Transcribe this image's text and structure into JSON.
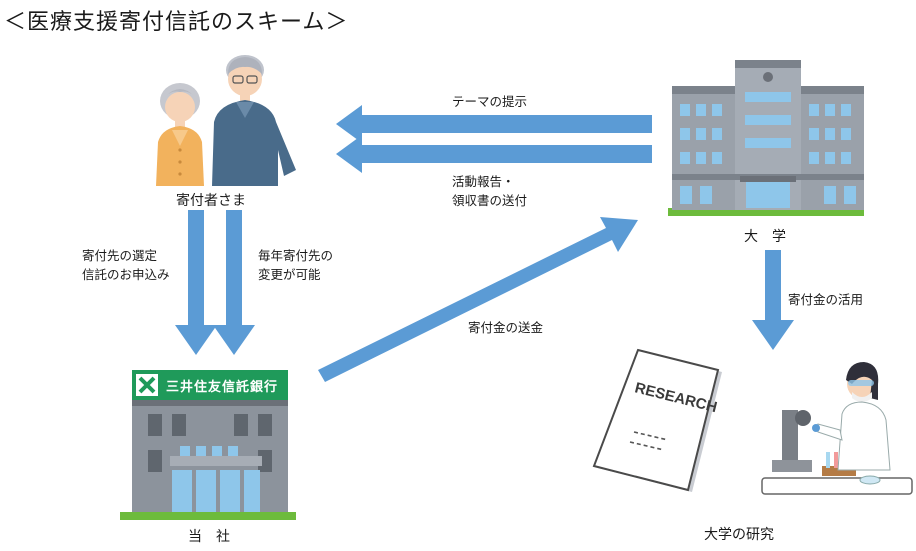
{
  "title": "＜医療支援寄付信託のスキーム＞",
  "nodes": {
    "donors": "寄付者さま",
    "company": "当　社",
    "university": "大　学",
    "research": "大学の研究"
  },
  "bank_sign": "三井住友信託銀行",
  "research_doc": "RESEARCH",
  "edges": {
    "theme": "テーマの提示",
    "report_line1": "活動報告・",
    "report_line2": "領収書の送付",
    "select_line1": "寄付先の選定",
    "select_line2": "信託のお申込み",
    "change_line1": "毎年寄付先の",
    "change_line2": "変更が可能",
    "send": "寄付金の送金",
    "use": "寄付金の活用"
  },
  "colors": {
    "arrow": "#5b9bd5",
    "bank_green": "#1f9a5a",
    "building_gray": "#8c939c",
    "window_blue": "#8ec6ea",
    "grass": "#6dbb3c"
  }
}
